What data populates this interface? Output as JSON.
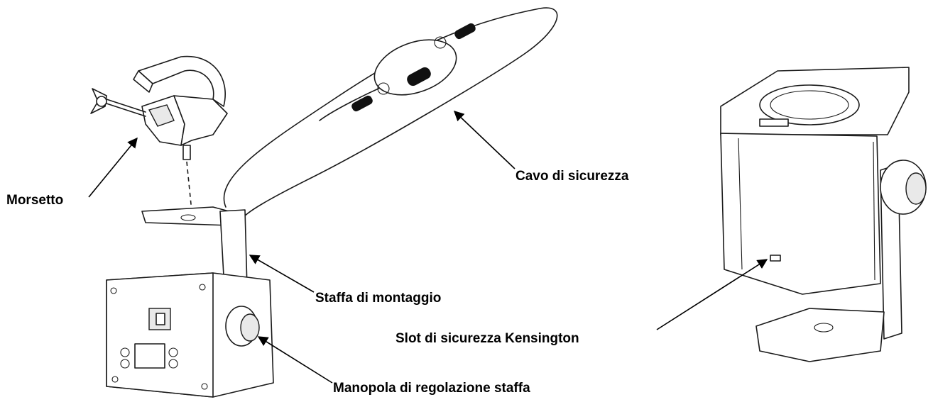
{
  "labels": {
    "clamp": "Morsetto",
    "safety_cable": "Cavo di sicurezza",
    "mounting_bracket": "Staffa di montaggio",
    "kensington_slot": "Slot di sicurezza Kensington",
    "bracket_knob": "Manopola di regolazione staffa"
  }
}
